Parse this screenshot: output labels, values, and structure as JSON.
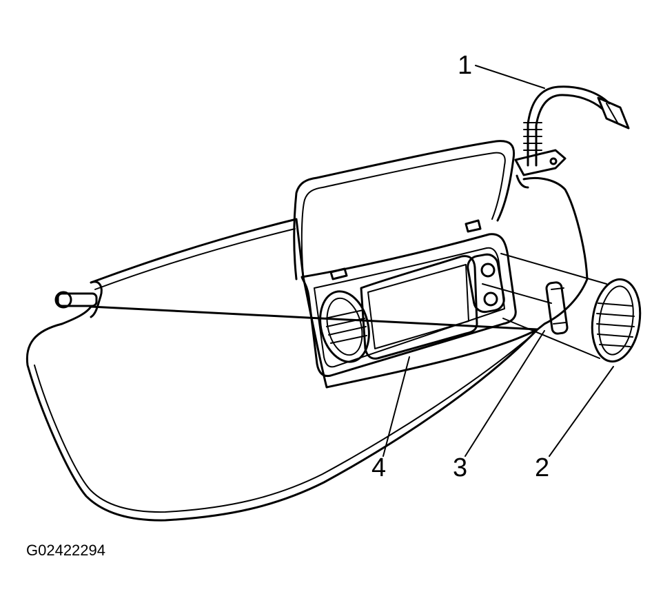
{
  "callouts": {
    "c1": "1",
    "c2": "2",
    "c3": "3",
    "c4": "4"
  },
  "figure_id": "G02422294",
  "parts": [
    "wire-harness-connector",
    "vanity-lamp-lens",
    "bulb",
    "vanity-mirror-assembly",
    "sun-visor",
    "visor-rod-pivot"
  ]
}
